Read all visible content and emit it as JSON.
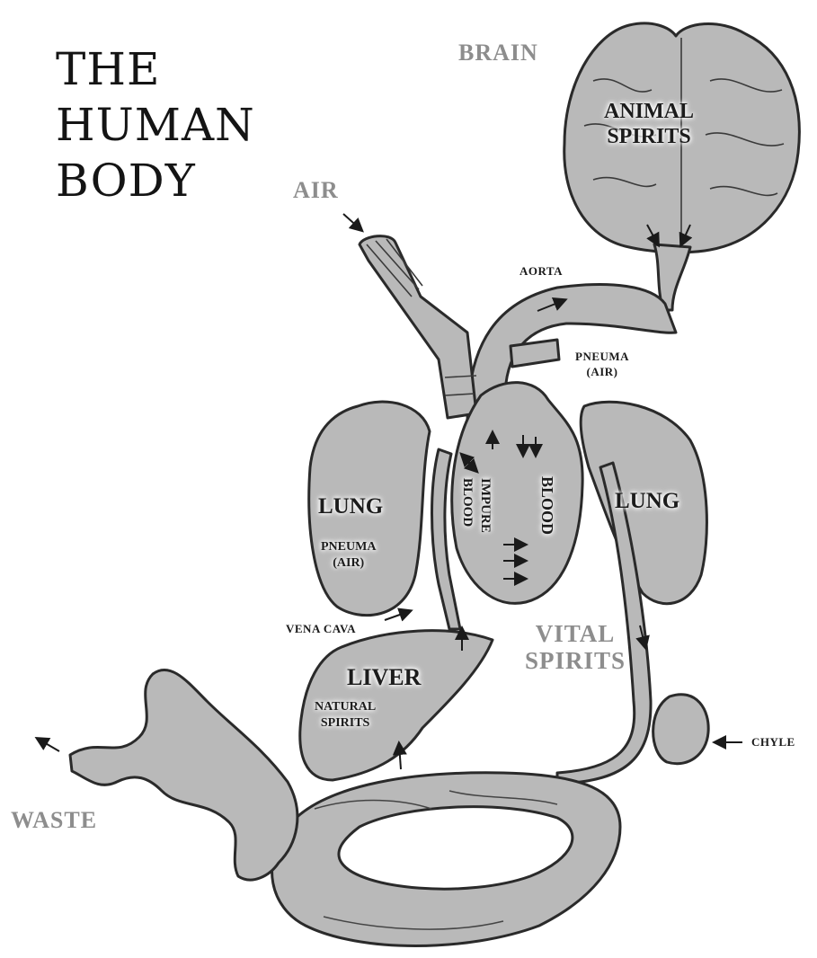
{
  "title": {
    "line1": "THE",
    "line2": "HUMAN",
    "line3": "BODY"
  },
  "labels": {
    "brain": "BRAIN",
    "animal_spirits_1": "ANIMAL",
    "animal_spirits_2": "SPIRITS",
    "air": "AIR",
    "aorta": "AORTA",
    "pneuma_top_1": "PNEUMA",
    "pneuma_top_2": "(AIR)",
    "lung_left": "LUNG",
    "pneuma_left_1": "PNEUMA",
    "pneuma_left_2": "(AIR)",
    "impure_blood_1": "IMPURE",
    "impure_blood_2": "BLOOD",
    "blood": "BLOOD",
    "lung_right": "LUNG",
    "vena_cava": "VENA CAVA",
    "vital_spirits_1": "VITAL",
    "vital_spirits_2": "SPIRITS",
    "liver": "LIVER",
    "natural_spirits_1": "NATURAL",
    "natural_spirits_2": "SPIRITS",
    "chyle": "CHYLE",
    "waste": "WASTE"
  },
  "colors": {
    "organ_fill": "#b9b9b9",
    "organ_stroke": "#2a2a2a",
    "grey_label": "#8d8d8d",
    "title_text": "#141414"
  }
}
